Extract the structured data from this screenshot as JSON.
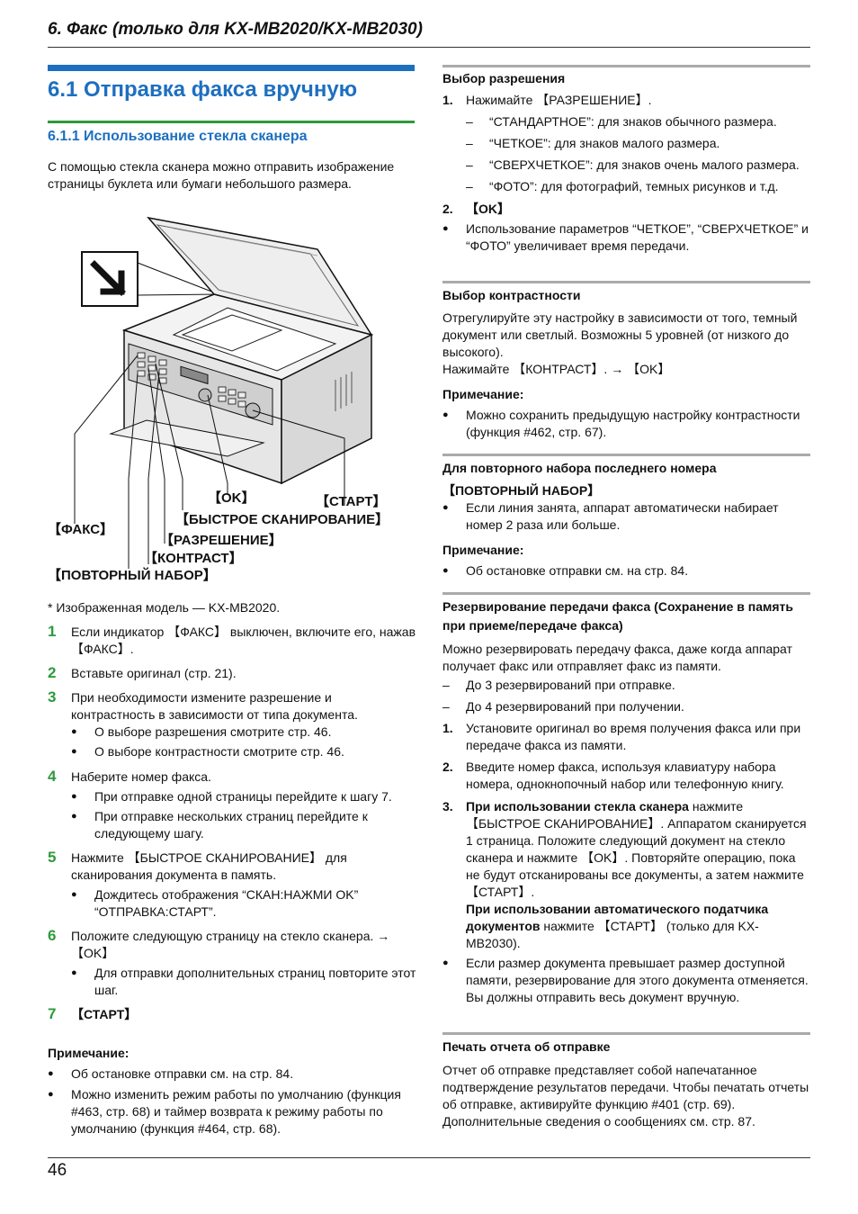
{
  "header": {
    "title": "6. Факс (только для KX-MB2020/KX-MB2030)"
  },
  "section": {
    "title": "6.1 Отправка факса вручную",
    "subtitle": "6.1.1 Использование стекла сканера",
    "intro": "С помощью стекла сканера можно отправить изображение страницы буклета или бумаги небольшого размера."
  },
  "figure": {
    "labels": {
      "ok": "【OK】",
      "start": "【СТАРТ】",
      "quick_scan": "【БЫСТРОЕ СКАНИРОВАНИЕ】",
      "fax": "【ФАКС】",
      "resolution": "【РАЗРЕШЕНИЕ】",
      "contrast": "【КОНТРАСТ】",
      "redial": "【ПОВТОРНЫЙ НАБОР】"
    },
    "caption": "* Изображенная модель — KX-MB2020."
  },
  "steps": [
    {
      "n": "1",
      "text": "Если индикатор 【ФАКС】 выключен, включите его, нажав 【ФАКС】."
    },
    {
      "n": "2",
      "text": "Вставьте оригинал (стр. 21)."
    },
    {
      "n": "3",
      "text": "При необходимости измените разрешение и контрастность в зависимости от типа документа.",
      "bullets": [
        "О выборе разрешения смотрите стр. 46.",
        "О выборе контрастности смотрите стр. 46."
      ]
    },
    {
      "n": "4",
      "text": "Наберите номер факса.",
      "bullets": [
        "При отправке одной страницы перейдите к шагу 7.",
        "При отправке нескольких страниц перейдите к следующему шагу."
      ]
    },
    {
      "n": "5",
      "text": "Нажмите 【БЫСТРОЕ СКАНИРОВАНИЕ】 для сканирования документа в память.",
      "bullets": [
        "Дождитесь отображения “СКАН:НАЖМИ OK” “ОТПРАВКА:СТАРТ”."
      ]
    },
    {
      "n": "6",
      "text": "Положите следующую страницу на стекло сканера. → 【OK】",
      "bullets": [
        "Для отправки дополнительных страниц повторите этот шаг."
      ]
    },
    {
      "n": "7",
      "text": "【СТАРТ】"
    }
  ],
  "left_note": {
    "heading": "Примечание:",
    "bullets": [
      "Об остановке отправки см. на стр. 84.",
      "Можно изменить режим работы по умолчанию (функция #463, стр. 68) и таймер возврата к режиму работы по умолчанию (функция #464, стр. 68)."
    ]
  },
  "resolution": {
    "heading": "Выбор разрешения",
    "step1": "Нажимайте 【РАЗРЕШЕНИЕ】.",
    "options": [
      "“СТАНДАРТНОЕ”: для знаков обычного размера.",
      "“ЧЕТКОЕ”: для знаков малого размера.",
      "“СВЕРХЧЕТКОЕ”: для знаков очень малого размера.",
      "“ФОТО”: для фотографий, темных рисунков и т.д."
    ],
    "step2": "【OK】",
    "bullet": "Использование параметров “ЧЕТКОЕ”, “СВЕРХЧЕТКОЕ” и “ФОТО” увеличивает время передачи."
  },
  "contrast": {
    "heading": "Выбор контрастности",
    "text": "Отрегулируйте эту настройку в зависимости от того, темный документ или светлый. Возможны 5 уровней (от низкого до высокого).",
    "action": "Нажимайте 【КОНТРАСТ】. → 【OK】",
    "note_heading": "Примечание:",
    "note": "Можно сохранить предыдущую настройку контрастности (функция #462, стр. 67)."
  },
  "redial": {
    "heading": "Для повторного набора последнего номера",
    "key": "【ПОВТОРНЫЙ НАБОР】",
    "bullet": "Если линия занята, аппарат автоматически набирает номер 2 раза или больше.",
    "note_heading": "Примечание:",
    "note": "Об остановке отправки см. на стр. 84."
  },
  "reserve": {
    "heading": "Резервирование передачи факса (Сохранение в память при приеме/передаче факса)",
    "text": "Можно резервировать передачу факса, даже когда аппарат получает факс или отправляет факс из памяти.",
    "dashes": [
      "До 3 резервирований при отправке.",
      "До 4 резервирований при получении."
    ],
    "steps": [
      {
        "k": "1.",
        "text": "Установите оригинал во время получения факса или при передаче факса из памяти."
      },
      {
        "k": "2.",
        "text": "Введите номер факса, используя клавиатуру набора номера, однокнопочный набор или телефонную книгу."
      }
    ],
    "step3_bold": "При использовании стекла сканера",
    "step3_text": "нажмите 【БЫСТРОЕ СКАНИРОВАНИЕ】. Аппаратом сканируется 1 страница. Положите следующий документ на стекло сканера и нажмите 【OK】. Повторяйте операцию, пока не будут отсканированы все документы, а затем нажмите 【СТАРТ】.",
    "step3b_bold": "При использовании автоматического податчика документов",
    "step3b_text": "нажмите 【СТАРТ】 (только для KX-MB2030).",
    "bullet": "Если размер документа превышает размер доступной памяти, резервирование для этого документа отменяется. Вы должны отправить весь документ вручную."
  },
  "report": {
    "heading": "Печать отчета об отправке",
    "text": "Отчет об отправке представляет собой напечатанное подтверждение результатов передачи. Чтобы печатать отчеты об отправке, активируйте функцию #401 (стр. 69). Дополнительные сведения о сообщениях см. стр. 87."
  },
  "footer": {
    "page": "46"
  }
}
